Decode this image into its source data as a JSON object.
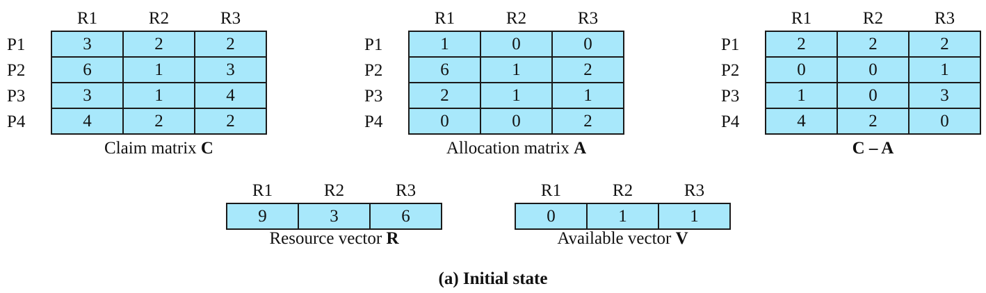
{
  "matrices": [
    {
      "id": "claim",
      "columns": [
        "R1",
        "R2",
        "R3"
      ],
      "rows": [
        {
          "label": "P1",
          "values": [
            "3",
            "2",
            "2"
          ]
        },
        {
          "label": "P2",
          "values": [
            "6",
            "1",
            "3"
          ]
        },
        {
          "label": "P3",
          "values": [
            "3",
            "1",
            "4"
          ]
        },
        {
          "label": "P4",
          "values": [
            "4",
            "2",
            "2"
          ]
        }
      ],
      "caption_text": "Claim matrix ",
      "caption_bold": "C"
    },
    {
      "id": "allocation",
      "columns": [
        "R1",
        "R2",
        "R3"
      ],
      "rows": [
        {
          "label": "P1",
          "values": [
            "1",
            "0",
            "0"
          ]
        },
        {
          "label": "P2",
          "values": [
            "6",
            "1",
            "2"
          ]
        },
        {
          "label": "P3",
          "values": [
            "2",
            "1",
            "1"
          ]
        },
        {
          "label": "P4",
          "values": [
            "0",
            "0",
            "2"
          ]
        }
      ],
      "caption_text": "Allocation matrix ",
      "caption_bold": "A"
    },
    {
      "id": "need",
      "columns": [
        "R1",
        "R2",
        "R3"
      ],
      "rows": [
        {
          "label": "P1",
          "values": [
            "2",
            "2",
            "2"
          ]
        },
        {
          "label": "P2",
          "values": [
            "0",
            "0",
            "1"
          ]
        },
        {
          "label": "P3",
          "values": [
            "1",
            "0",
            "3"
          ]
        },
        {
          "label": "P4",
          "values": [
            "4",
            "2",
            "0"
          ]
        }
      ],
      "caption_text": "",
      "caption_bold": "C – A"
    }
  ],
  "vectors": [
    {
      "id": "resource",
      "columns": [
        "R1",
        "R2",
        "R3"
      ],
      "values": [
        "9",
        "3",
        "6"
      ],
      "caption_text": "Resource vector ",
      "caption_bold": "R"
    },
    {
      "id": "available",
      "columns": [
        "R1",
        "R2",
        "R3"
      ],
      "values": [
        "0",
        "1",
        "1"
      ],
      "caption_text": "Available vector ",
      "caption_bold": "V"
    }
  ],
  "figure_caption": "(a) Initial state"
}
